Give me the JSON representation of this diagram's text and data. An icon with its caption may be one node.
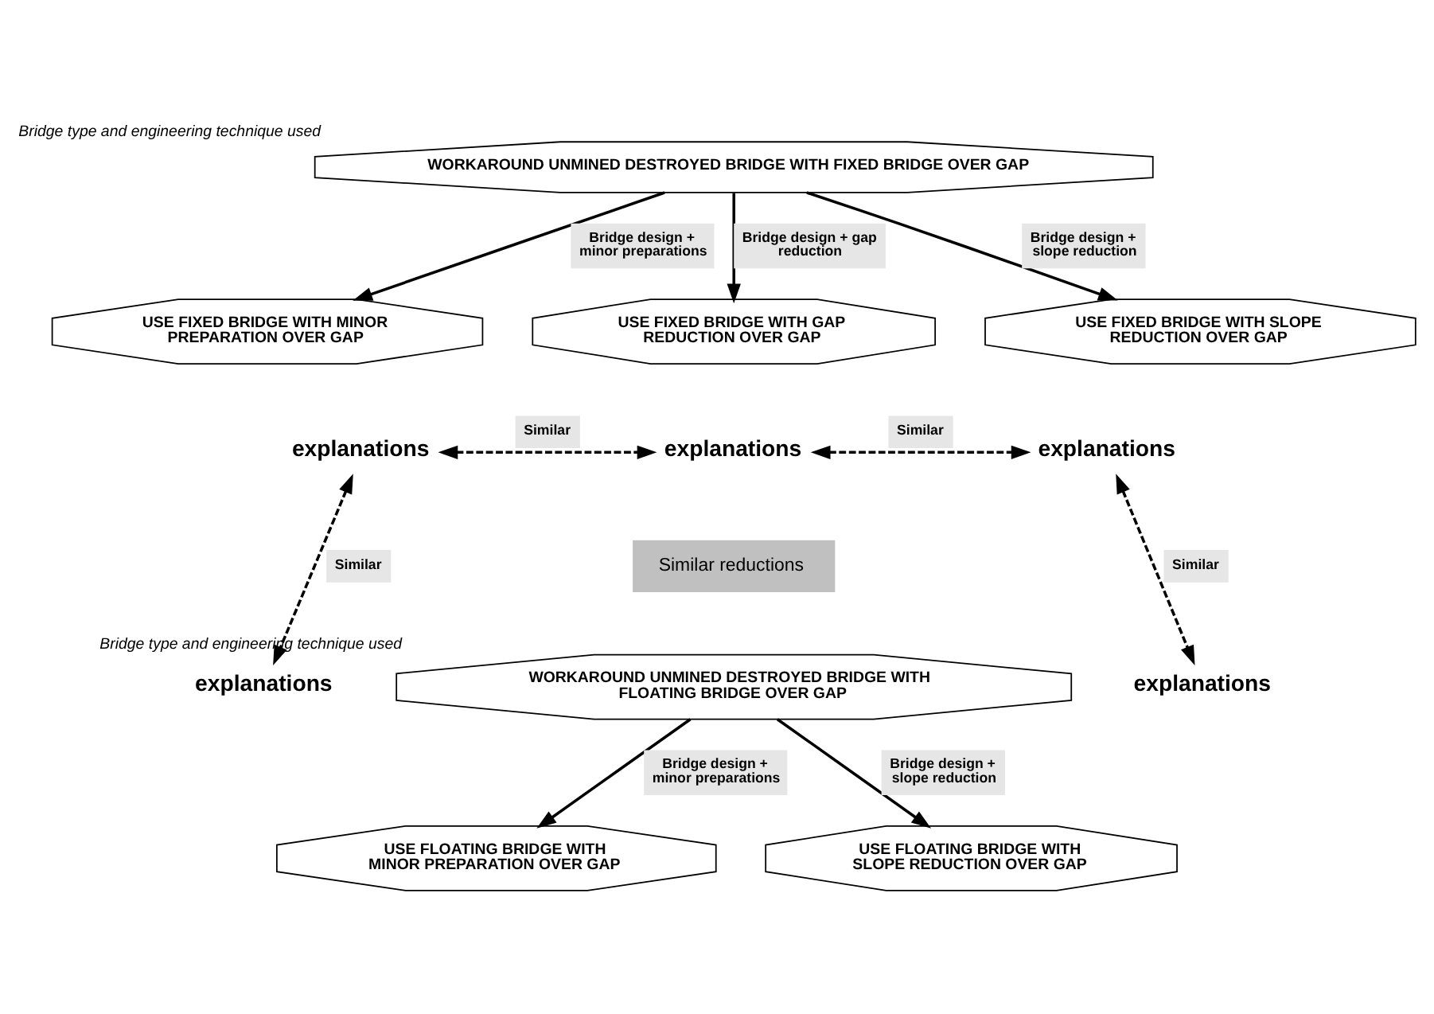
{
  "diagram": {
    "nodes": [
      {
        "text": [
          "WORKAROUND UNMINED DESTROYED BRIDGE WITH FIXED BRIDGE OVER GAP"
        ],
        "beside": [
          "Bridge type and engineering technique used"
        ]
      },
      {
        "text": [
          "USE FIXED BRIDGE WITH MINOR PREPARATION OVER GAP"
        ]
      },
      {
        "text": [
          "USE FIXED BRIDGE WITH GAP REDUCTION OVER GAP"
        ]
      },
      {
        "text": [
          "USE FIXED BRIDGE WITH SLOPE REDUCTION OVER GAP"
        ]
      },
      {
        "text": [
          "explanations"
        ]
      },
      {
        "text": [
          "explanations"
        ]
      },
      {
        "text": [
          "explanations"
        ]
      },
      {
        "text": [
          "Similar reductions"
        ]
      },
      {
        "text": [
          "WORKAROUND UNMINED DESTROYED BRIDGE WITH FLOATING BRIDGE OVER GAP"
        ],
        "beside": [
          "Bridge type and engineering technique used"
        ]
      },
      {
        "text": [
          "explanations"
        ]
      },
      {
        "text": [
          "explanations"
        ]
      },
      {
        "text": [
          "USE FLOATING BRIDGE WITH MINOR PREPARATION OVER GAP"
        ]
      },
      {
        "text": [
          "USE FLOATING BRIDGE WITH SLOPE REDUCTION OVER GAP"
        ]
      }
    ],
    "edges": [
      {
        "from": 0,
        "to": 1,
        "arrow": "to",
        "label": "Bridge design + minor preparations"
      },
      {
        "from": 0,
        "to": 2,
        "arrow": "to",
        "label": "Bridge design + gap reduction"
      },
      {
        "from": 0,
        "to": 3,
        "arrow": "to",
        "label": "Bridge design + slope reduction"
      },
      {
        "from": 4,
        "to": 5,
        "arrow": "both",
        "style": "dashed",
        "label": "Similar"
      },
      {
        "from": 5,
        "to": 6,
        "arrow": "both",
        "style": "dashed",
        "label": "Similar"
      },
      {
        "from": 4,
        "to": 9,
        "arrow": "both",
        "style": "dashed",
        "label": "Similar"
      },
      {
        "from": 6,
        "to": 10,
        "arrow": "both",
        "style": "dashed",
        "label": "Similar"
      },
      {
        "from": 8,
        "to": 11,
        "arrow": "to",
        "label": "Bridge design + minor preparations"
      },
      {
        "from": 8,
        "to": 12,
        "arrow": "to",
        "label": "Bridge design + slope reduction"
      }
    ]
  }
}
